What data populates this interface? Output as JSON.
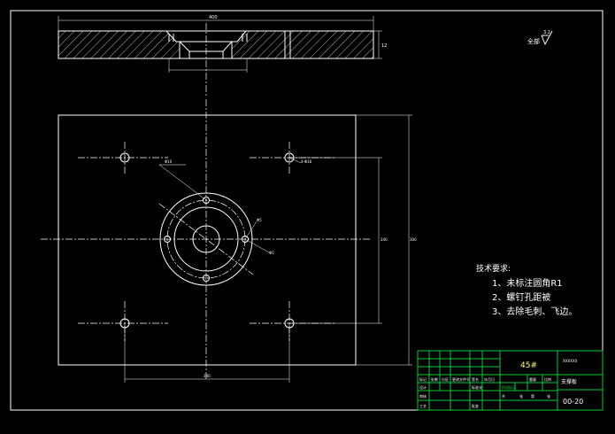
{
  "roughness": {
    "label": "全部",
    "value": "3.2"
  },
  "section_dims": {
    "width_label": "400",
    "height_label": "12"
  },
  "plan_dims": {
    "bottom_label": "240",
    "right_label_inner": "240",
    "right_label_outer": "300",
    "hole_top_right": "4-Φ16",
    "bolt_circle": "Φ5",
    "hole_small": "Φ5",
    "center_left": "Φ10"
  },
  "notes": {
    "heading": "技术要求:",
    "items": [
      "1、未标注圆角R1",
      "2、螺钉孔距被",
      "3、去除毛刺、飞边。"
    ]
  },
  "title_block": {
    "material": "45#",
    "company": "XXXXXX",
    "part_name": "支撑板",
    "drawing_no": "00-20",
    "row_labels": [
      "标记",
      "处数",
      "分区",
      "更改文件号",
      "签名",
      "年月日"
    ],
    "row_labels2": [
      "设计",
      "标准化",
      "阶段标记",
      "重量",
      "比例"
    ],
    "row_labels3": [
      "审核",
      "工艺",
      "批准",
      "共",
      "张",
      "第",
      "张"
    ]
  }
}
